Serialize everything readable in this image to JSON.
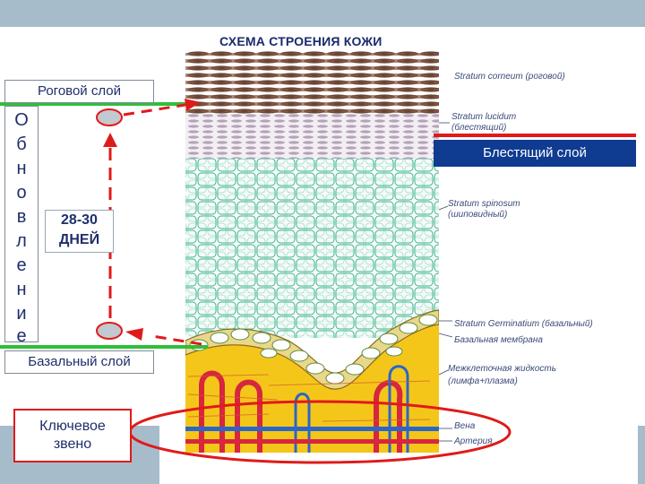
{
  "title": "СХЕМА СТРОЕНИЯ КОЖИ",
  "labels": {
    "stratum_corneum": "Роговой слой",
    "basal": "Базальный слой",
    "lucidum": "Блестящий слой",
    "key_link": "Ключевое звено",
    "days": "28-30 ДНЕЙ",
    "renewal_letters": [
      "О",
      "б",
      "н",
      "о",
      "в",
      "л",
      "е",
      "н",
      "и",
      "е"
    ]
  },
  "latin": {
    "corneum": "Stratum corneum (роговой)",
    "lucidum_1": "Stratum lucidum",
    "lucidum_2": "(блестящий)",
    "spinosum_1": "Stratum spinosum",
    "spinosum_2": "(шиповидный)",
    "germinativum": "Stratum Germinatium (базальный)",
    "membrane": "Базальная мембрана",
    "fluid_1": "Межклеточная жидкость",
    "fluid_2": "(лимфа+плазма)",
    "vein": "Вена",
    "artery": "Артерия"
  },
  "colors": {
    "arrow_red": "#e01a1a",
    "line_green": "#2fbf3a",
    "blest_bg": "#0f3b91",
    "dermis": "#f5c61a",
    "vessel_red": "#d7263d",
    "vessel_blue": "#2a66c9"
  }
}
